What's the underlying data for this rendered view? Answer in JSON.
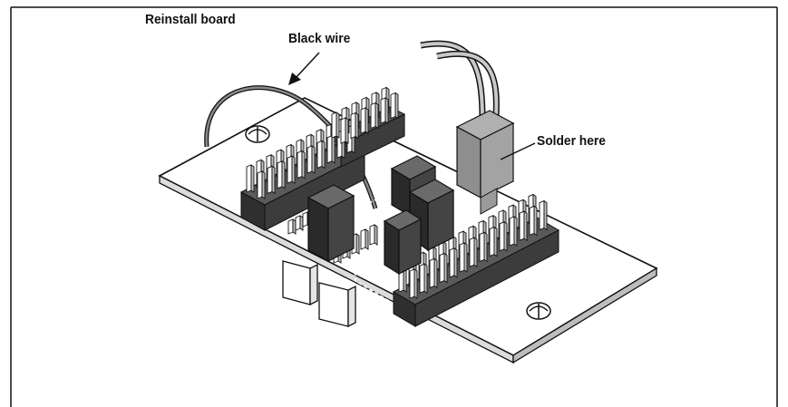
{
  "figure": {
    "title": "Reinstall board",
    "callouts": {
      "black_wire": "Black wire",
      "solder_here": "Solder here"
    },
    "icons": [
      "screw-head-icon",
      "arrow-icon"
    ],
    "colors": {
      "outline": "#111111",
      "board": "#ffffff",
      "jumper_dark": "#3a3a3a",
      "pin_light": "#ffffff",
      "connector_gray": "#9a9a9a"
    }
  }
}
